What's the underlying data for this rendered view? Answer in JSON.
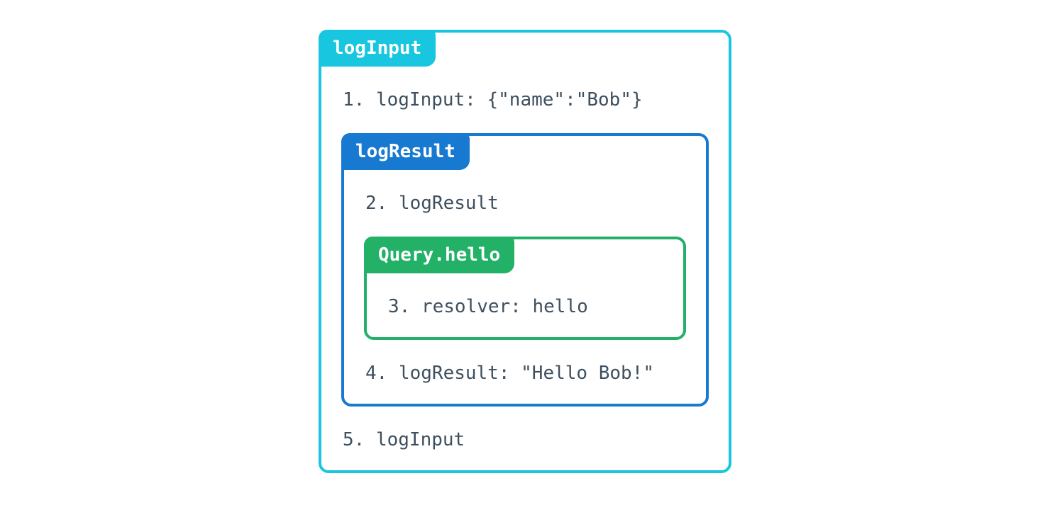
{
  "colors": {
    "cyan": "#18C6DF",
    "blue": "#1879D1",
    "green": "#23B167",
    "text": "#3E4F5E"
  },
  "diagram": {
    "outer": {
      "label": "logInput",
      "step_before": "1. logInput: {\"name\":\"Bob\"}",
      "step_after": "5. logInput"
    },
    "middle": {
      "label": "logResult",
      "step_before": "2. logResult",
      "step_after": "4. logResult: \"Hello Bob!\""
    },
    "inner": {
      "label": "Query.hello",
      "step": "3. resolver: hello"
    }
  }
}
